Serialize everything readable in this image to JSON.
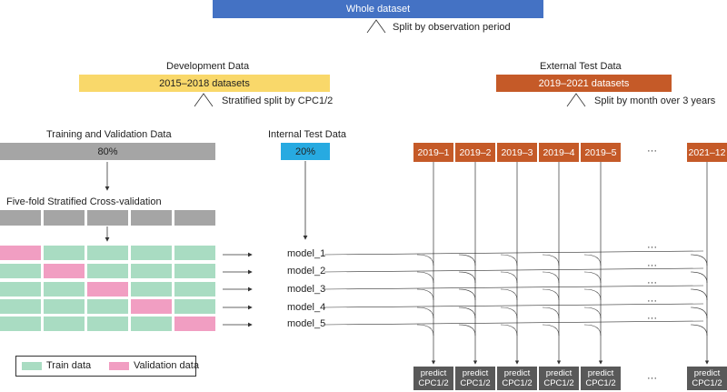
{
  "colors": {
    "whole": "#4472c4",
    "development": "#f9d86a",
    "external": "#c55a28",
    "gray": "#a5a5a5",
    "internal": "#27aae1",
    "train": "#a9dcc2",
    "validation": "#f19ec2",
    "predict": "#595959",
    "line": "#333333"
  },
  "whole_dataset": {
    "label": "Whole dataset",
    "split_note": "Split by observation period"
  },
  "development": {
    "title": "Development Data",
    "box_label": "2015–2018 datasets",
    "split_note": "Stratified  split by CPC1/2"
  },
  "external": {
    "title": "External Test Data",
    "box_label": "2019–2021 datasets",
    "split_note": "Split by month over 3 years"
  },
  "training": {
    "title": "Training and Validation Data",
    "pct": "80%"
  },
  "internal": {
    "title": "Internal Test Data",
    "pct": "20%"
  },
  "cv": {
    "title": "Five-fold Stratified Cross-validation"
  },
  "months": [
    "2019–1",
    "2019–2",
    "2019–3",
    "2019–4",
    "2019–5",
    "2021–12"
  ],
  "ellipsis": "···",
  "models": [
    "model_1",
    "model_2",
    "model_3",
    "model_4",
    "model_5"
  ],
  "predict_label": {
    "line1": "predict",
    "line2": "CPC1/2"
  },
  "legend": {
    "train": "Train data",
    "validation": "Validation data"
  }
}
